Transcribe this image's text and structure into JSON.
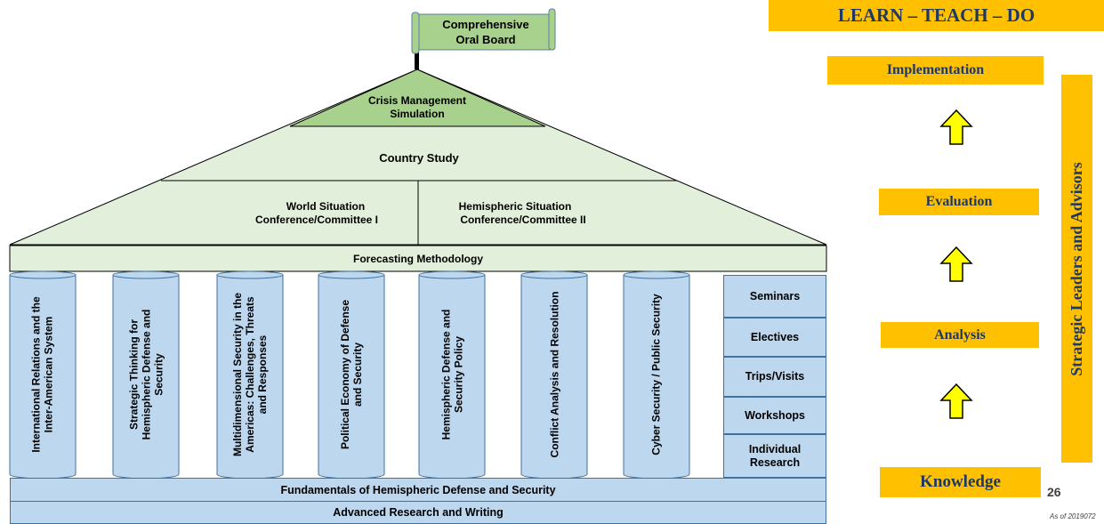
{
  "top_banner": "LEARN – TEACH – DO",
  "flag": {
    "line1": "Comprehensive",
    "line2": "Oral Board"
  },
  "roof": {
    "apex_line1": "Crisis Management",
    "apex_line2": "Simulation",
    "country_study": "Country Study",
    "world_line1": "World Situation",
    "world_line2": "Conference/Committee I",
    "hemi_line1": "Hemispheric Situation",
    "hemi_line2": "Conference/Committee II"
  },
  "forecasting": "Forecasting Methodology",
  "pillars": [
    [
      "International Relations and the",
      "Inter-American System"
    ],
    [
      "Strategic Thinking for",
      "Hemispheric Defense and",
      "Security"
    ],
    [
      "Multidimensional Security in the",
      "Americas: Challenges, Threats",
      "and Responses"
    ],
    [
      "Political Economy of Defense",
      "and Security"
    ],
    [
      "Hemispheric Defense and",
      "Security Policy"
    ],
    [
      "Conflict Analysis and Resolution"
    ],
    [
      "Cyber Security / Public Security"
    ]
  ],
  "side_items": [
    "Seminars",
    "Electives",
    "Trips/Visits",
    "Workshops",
    "Individual\nResearch"
  ],
  "fundamentals": "Fundamentals of Hemispheric Defense and Security",
  "advanced": "Advanced Research and Writing",
  "ladder": {
    "implementation": "Implementation",
    "evaluation": "Evaluation",
    "analysis": "Analysis",
    "knowledge": "Knowledge"
  },
  "vertical_label": "Strategic Leaders and Advisors",
  "page_number": "26",
  "as_of": "As of 2019072",
  "colors": {
    "gold": "#ffc000",
    "navy": "#1f3864",
    "pillar_blue": "#bdd7ee",
    "roof_light_green": "#e2efda",
    "apex_green": "#a9d18e",
    "arrow_yellow": "#ffff00"
  }
}
